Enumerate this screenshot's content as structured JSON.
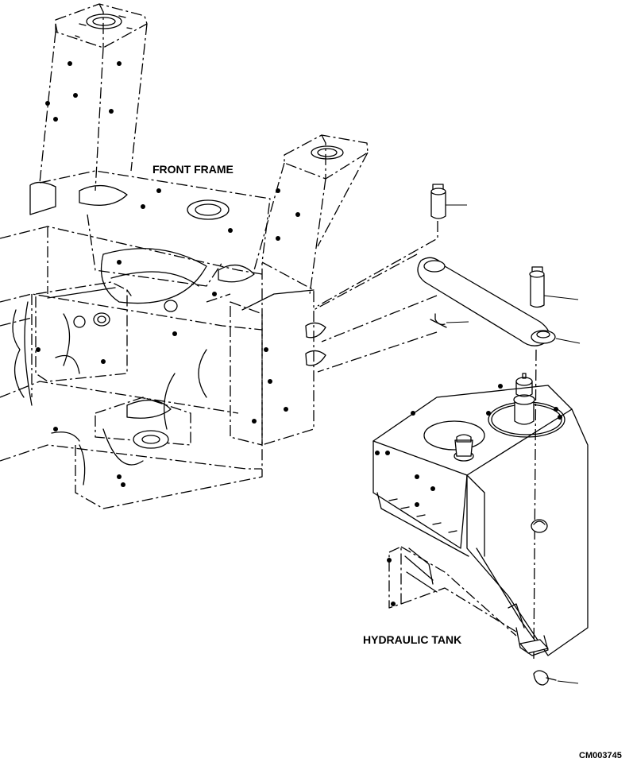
{
  "labels": {
    "front_frame": "FRONT FRAME",
    "hydraulic_tank": "HYDRAULIC TANK",
    "drawing_code": "CM003745"
  },
  "colors": {
    "line": "#000000",
    "background": "#ffffff"
  }
}
